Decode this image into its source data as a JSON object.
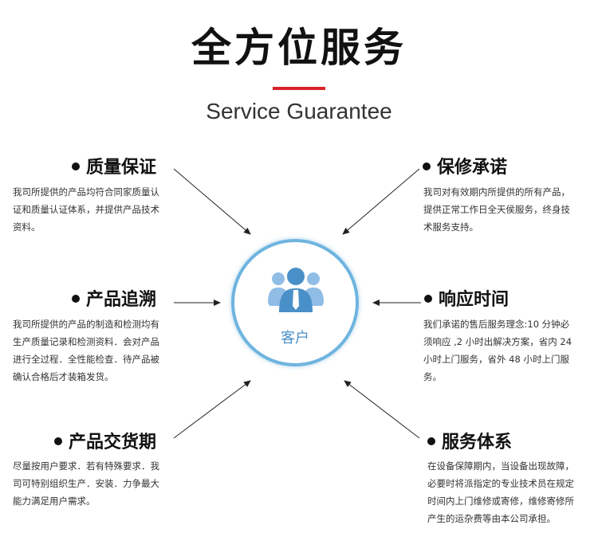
{
  "header": {
    "title": "全方位服务",
    "subtitle": "Service Guarantee"
  },
  "center": {
    "label": "客户",
    "icon": "customers-group-icon",
    "accent": "#4a90c8"
  },
  "colors": {
    "accent_red": "#d9232a",
    "ring_blue": "#6fb4df"
  },
  "sections": {
    "quality": {
      "title": "质量保证",
      "lines": [
        "我司所提供的产品均符合同家质量认",
        "证和质量认证体系，并提供产品技术",
        "资料。"
      ]
    },
    "warranty": {
      "title": "保修承诺",
      "lines": [
        "我司对有效期内所提供的所有产品，",
        "提供正常工作日全天侯服务，终身技",
        "术服务支持。"
      ]
    },
    "traceability": {
      "title": "产品追溯",
      "lines": [
        "我司所提供的产品的制造和检测均有",
        "生产质量记录和检测资料．会对产品",
        "进行全过程．全性能检查．待产品被",
        "确认合格后才装箱发货。"
      ]
    },
    "response": {
      "title": "响应时间",
      "lines": [
        "我们承诺的售后服务理念:10 分钟必",
        "须响应 ,2 小时出解决方案，省内 24",
        "小时上门服务，省外 48 小时上门服",
        "务。"
      ]
    },
    "delivery": {
      "title": "产品交货期",
      "lines": [
        "尽量按用户要求．若有特殊要求．我",
        "司可特别组织生产．安装．力争最大",
        "能力满足用户需求。"
      ]
    },
    "service": {
      "title": "服务体系",
      "lines": [
        "在设备保障期内，当设备出现故障，",
        "必要时将派指定的专业技术员在规定",
        "时间内上门维修或寄修，维修寄修所",
        "产生的运杂费等由本公司承担。"
      ]
    }
  }
}
